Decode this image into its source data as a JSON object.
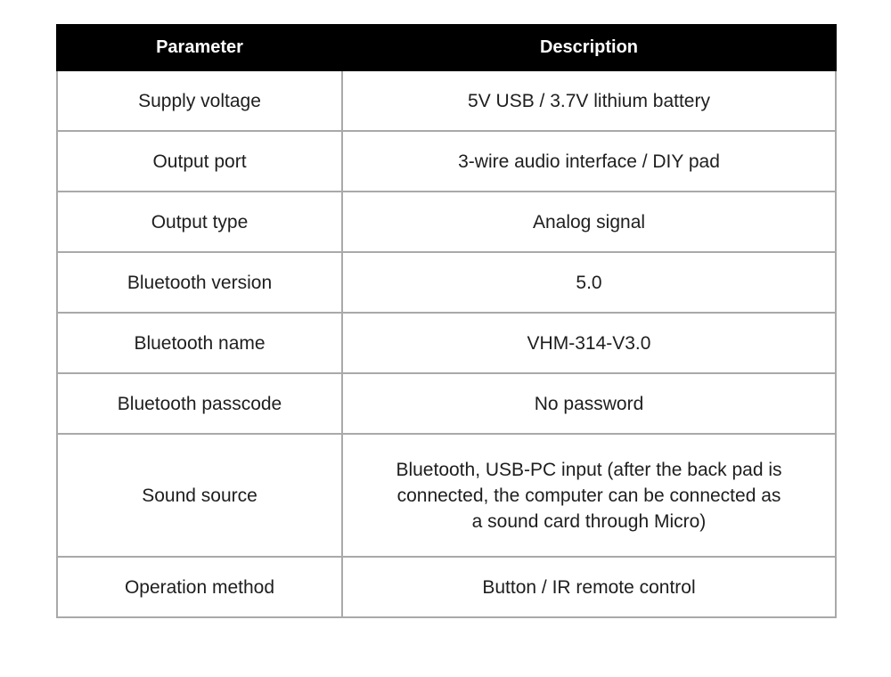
{
  "table": {
    "headers": [
      "Parameter",
      "Description"
    ],
    "rows": [
      {
        "parameter": "Supply voltage",
        "description": "5V USB / 3.7V lithium battery"
      },
      {
        "parameter": "Output port",
        "description": "3-wire audio interface / DIY pad"
      },
      {
        "parameter": "Output type",
        "description": "Analog signal"
      },
      {
        "parameter": "Bluetooth version",
        "description": "5.0"
      },
      {
        "parameter": "Bluetooth name",
        "description": "VHM-314-V3.0"
      },
      {
        "parameter": "Bluetooth passcode",
        "description": "No password"
      },
      {
        "parameter": "Sound source",
        "description": "Bluetooth, USB-PC input (after the back pad is connected, the computer can be connected as a sound card through Micro)"
      },
      {
        "parameter": "Operation method",
        "description": "Button / IR remote control"
      }
    ],
    "colors": {
      "header_background": "#000000",
      "header_text": "#ffffff",
      "border": "#a9a9a9",
      "body_text": "#1e1e1e",
      "page_background": "#ffffff"
    }
  }
}
